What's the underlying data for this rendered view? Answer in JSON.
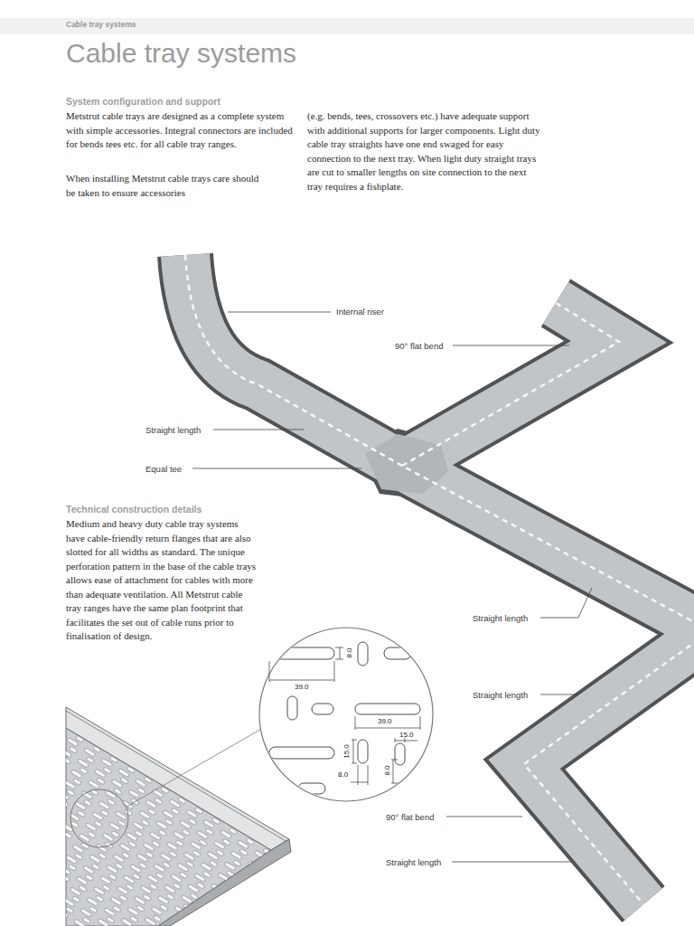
{
  "diagram": {
    "title": "Cable tray systems",
    "labels": [
      "Cable tray systems",
      "System configuration and support",
      "Metstrut cable trays are designed as a complete system with simple accessories. Integral connectors are included for bends tees etc. for all cable tray ranges.",
      "When installing Metstrut cable trays care should be taken to ensure accessories",
      "(e.g. bends, tees, crossovers etc.) have adequate support with additional supports for larger components. Light duty cable tray straights have one end swaged for easy connection to the next tray. When light duty straight trays are cut to smaller lengths on site connection to the next tray requires a fishplate.",
      "Internal riser",
      "90° flat bend",
      "Straight length",
      "Equal tee",
      "Technical construction details",
      "Medium and heavy duty cable tray systems have cable-friendly return flanges that are also slotted for all widths as standard. The unique perforation pattern in the base of the cable trays allows ease of attachment for cables with more than adequate ventilation. All Metstrut cable tray ranges have the same plan footprint that facilitates the set out of cable runs prior to finalisation of design.",
      "Straight length",
      "8.0",
      "39.0",
      "Straight length",
      "39.0",
      "15.0",
      "15.0",
      "8.0",
      "8.0",
      "90° flat bend",
      "Straight length"
    ]
  }
}
